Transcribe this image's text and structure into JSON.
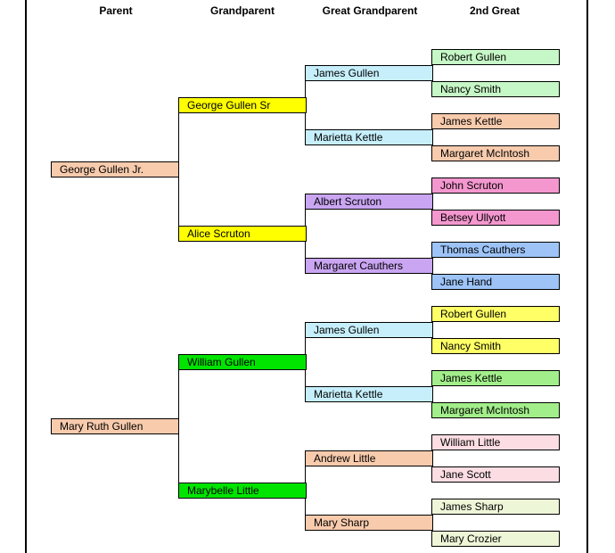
{
  "headers": {
    "parent": "Parent",
    "grandparent": "Grandparent",
    "great_grandparent": "Great Grandparent",
    "second_great": "2nd Great"
  },
  "colors": {
    "peach": "#F8CBAD",
    "yellow": "#FFFF00",
    "light_blue": "#C6EFFB",
    "light_green": "#C6F7C6",
    "purple": "#C9A5F2",
    "pink": "#F497CF",
    "blue": "#9DC3F7",
    "green": "#00E400",
    "light_yellow": "#FFFF66",
    "medium_green": "#A2EE8A",
    "light_pink": "#FBDDE3",
    "pale_green": "#EEF6D8"
  },
  "parents": [
    {
      "name": "George Gullen Jr.",
      "color": "peach",
      "grandparents": [
        {
          "name": "George Gullen Sr",
          "color": "yellow",
          "great_grandparents": [
            {
              "name": "James Gullen",
              "color": "light_blue",
              "second_great": [
                {
                  "name": "Robert Gullen",
                  "color": "light_green"
                },
                {
                  "name": "Nancy Smith",
                  "color": "light_green"
                }
              ]
            },
            {
              "name": "Marietta Kettle",
              "color": "light_blue",
              "second_great": [
                {
                  "name": "James Kettle",
                  "color": "peach"
                },
                {
                  "name": "Margaret McIntosh",
                  "color": "peach"
                }
              ]
            }
          ]
        },
        {
          "name": "Alice Scruton",
          "color": "yellow",
          "great_grandparents": [
            {
              "name": "Albert Scruton",
              "color": "purple",
              "second_great": [
                {
                  "name": "John Scruton",
                  "color": "pink"
                },
                {
                  "name": "Betsey Ullyott",
                  "color": "pink"
                }
              ]
            },
            {
              "name": "Margaret Cauthers",
              "color": "purple",
              "second_great": [
                {
                  "name": "Thomas Cauthers",
                  "color": "blue"
                },
                {
                  "name": "Jane Hand",
                  "color": "blue"
                }
              ]
            }
          ]
        }
      ]
    },
    {
      "name": "Mary Ruth Gullen",
      "color": "peach",
      "grandparents": [
        {
          "name": "William Gullen",
          "color": "green",
          "great_grandparents": [
            {
              "name": "James Gullen",
              "color": "light_blue",
              "second_great": [
                {
                  "name": "Robert Gullen",
                  "color": "light_yellow"
                },
                {
                  "name": "Nancy Smith",
                  "color": "light_yellow"
                }
              ]
            },
            {
              "name": "Marietta Kettle",
              "color": "light_blue",
              "second_great": [
                {
                  "name": "James Kettle",
                  "color": "medium_green"
                },
                {
                  "name": "Margaret McIntosh",
                  "color": "medium_green"
                }
              ]
            }
          ]
        },
        {
          "name": "Marybelle Little",
          "color": "green",
          "great_grandparents": [
            {
              "name": "Andrew Little",
              "color": "peach",
              "second_great": [
                {
                  "name": "William Little",
                  "color": "light_pink"
                },
                {
                  "name": "Jane Scott",
                  "color": "light_pink"
                }
              ]
            },
            {
              "name": "Mary Sharp",
              "color": "peach",
              "second_great": [
                {
                  "name": "James Sharp",
                  "color": "pale_green"
                },
                {
                  "name": "Mary Crozier",
                  "color": "pale_green"
                }
              ]
            }
          ]
        }
      ]
    }
  ]
}
